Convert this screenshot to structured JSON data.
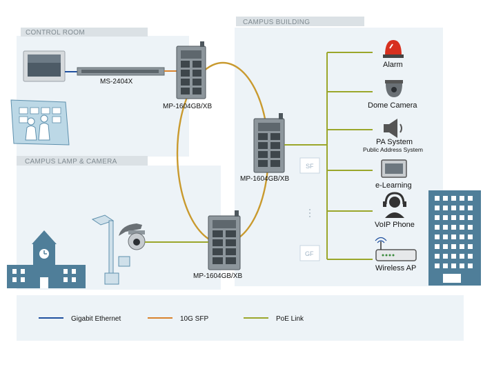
{
  "zones": {
    "control_room": "CONTROL ROOM",
    "campus_building": "CAMPUS BUILDING",
    "campus_lamp_camera": "CAMPUS LAMP & CAMERA"
  },
  "devices": {
    "ms_switch": "MS-2404X",
    "switch_top": "MP-1604GB/XB",
    "switch_middle": "MP-1604GB/XB",
    "switch_bottom": "MP-1604GB/XB"
  },
  "floors": {
    "top": "SF",
    "bottom": "GF"
  },
  "endpoints": [
    {
      "label": "Alarm",
      "sub": "",
      "icon": "alarm-icon"
    },
    {
      "label": "Dome Camera",
      "sub": "",
      "icon": "dome-camera-icon"
    },
    {
      "label": "PA System",
      "sub": "Public Address System",
      "icon": "speaker-icon"
    },
    {
      "label": "e-Learning",
      "sub": "",
      "icon": "monitor-icon"
    },
    {
      "label": "VoIP Phone",
      "sub": "",
      "icon": "headset-icon"
    },
    {
      "label": "Wireless AP",
      "sub": "",
      "icon": "wireless-ap-icon"
    }
  ],
  "legend": [
    {
      "label": "Gigabit Ethernet",
      "color": "#1f4f9e"
    },
    {
      "label": "10G SFP",
      "color": "#d9822b"
    },
    {
      "label": "PoE Link",
      "color": "#9aa62a"
    }
  ],
  "colors": {
    "ring": "#c99a2e",
    "poe": "#9aa62a",
    "gigabit": "#1f4f9e",
    "sfp": "#d9822b",
    "zone_fill": "#edf3f7",
    "zone_header": "#dbe1e5",
    "building_blue": "#4f7e99"
  }
}
